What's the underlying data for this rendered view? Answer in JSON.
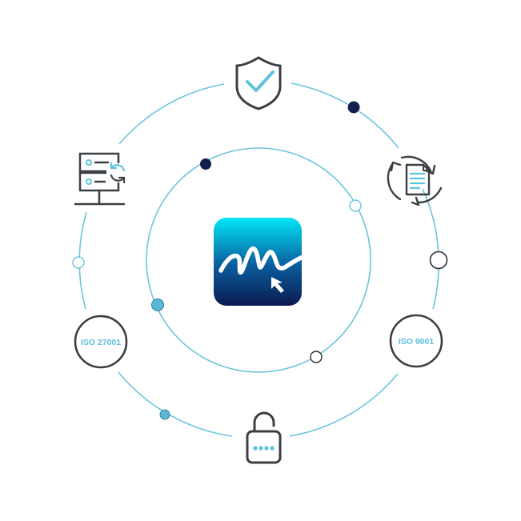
{
  "colors": {
    "ring": "#6cc5dc",
    "icon_stroke": "#3b3f44",
    "icon_accent": "#5dc2dd",
    "dot_navy": "#13204d",
    "dot_teal": "#5ab8d6",
    "app_gradient_top": "#00e6f7",
    "app_gradient_bottom": "#0b1a4f",
    "badge_text": "#5dbfdd"
  },
  "center": {
    "icon": "signature-app-icon"
  },
  "badges": {
    "left": {
      "label": "ISO 27001",
      "icon": "iso-27001-badge"
    },
    "right": {
      "label": "ISO 9001",
      "icon": "iso-9001-badge"
    }
  },
  "icons": {
    "top": "shield-check-icon",
    "top_left": "server-sync-icon",
    "right": "document-sync-icon",
    "bottom": "padlock-unlocked-icon"
  }
}
